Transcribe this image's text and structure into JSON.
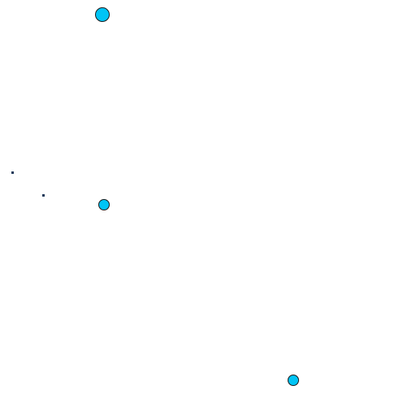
{
  "colors": {
    "background": "#ffffff",
    "circle_fill": "#00c4f5",
    "circle_outline": "#1a1a1a",
    "dot": "#1f3a5a"
  },
  "shapes": {
    "circles": [
      {
        "name": "circle-marker-large"
      },
      {
        "name": "circle-marker-middle"
      },
      {
        "name": "circle-marker-bottom"
      }
    ],
    "dots": [
      {
        "name": "dot-marker-left"
      },
      {
        "name": "dot-marker-center"
      }
    ]
  }
}
